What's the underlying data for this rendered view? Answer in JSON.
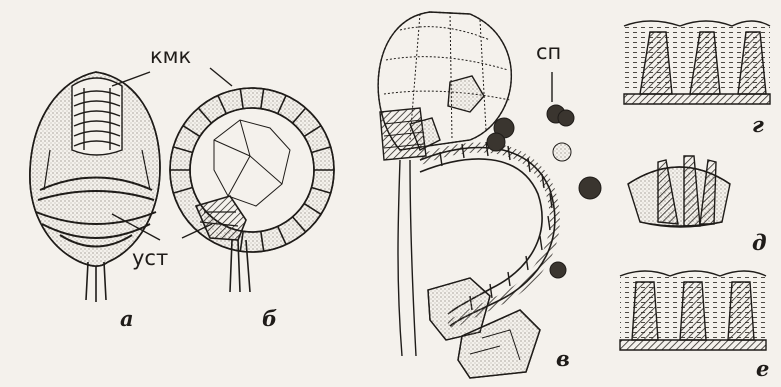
{
  "labels": {
    "kmk": "кмк",
    "ust": "уст",
    "sp": "сп"
  },
  "panels": {
    "a": "а",
    "b": "б",
    "v": "в",
    "g": "г",
    "d": "д",
    "e": "е"
  },
  "colors": {
    "ink": "#1f1c19",
    "paper": "#f4f1ec",
    "stipple": "#8a847c"
  }
}
